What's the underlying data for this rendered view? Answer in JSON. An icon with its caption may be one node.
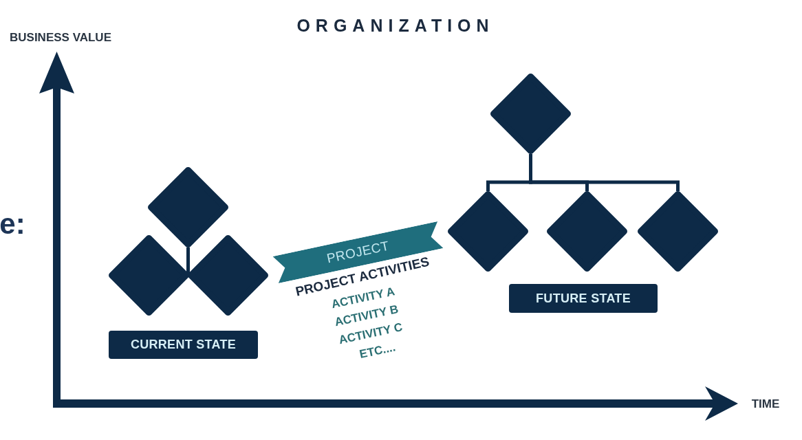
{
  "diagram": {
    "title": "ORGANIZATION",
    "nodes": [
      {
        "text": [],
        "shape": "diamond"
      },
      {
        "text": [],
        "shape": "diamond"
      },
      {
        "text": [],
        "shape": "diamond"
      },
      {
        "text": [
          "CURRENT STATE"
        ]
      },
      {
        "text": [
          "PROJECT"
        ],
        "beside": [
          "PROJECT ACTIVITIES",
          "ACTIVITY A",
          "ACTIVITY B",
          "ACTIVITY C",
          "ETC...."
        ]
      },
      {
        "text": [],
        "shape": "diamond"
      },
      {
        "text": [],
        "shape": "diamond"
      },
      {
        "text": [],
        "shape": "diamond"
      },
      {
        "text": [],
        "shape": "diamond"
      },
      {
        "text": [
          "FUTURE STATE"
        ]
      }
    ],
    "edges": [
      {
        "from": 0,
        "to": 1,
        "arrow": "none"
      },
      {
        "from": 0,
        "to": 2,
        "arrow": "none"
      },
      {
        "from": 5,
        "to": 6,
        "arrow": "none"
      },
      {
        "from": 5,
        "to": 7,
        "arrow": "none"
      },
      {
        "from": 5,
        "to": 8,
        "arrow": "none"
      }
    ],
    "labels": [
      "BUSINESS VALUE",
      "e:",
      "TIME"
    ]
  }
}
